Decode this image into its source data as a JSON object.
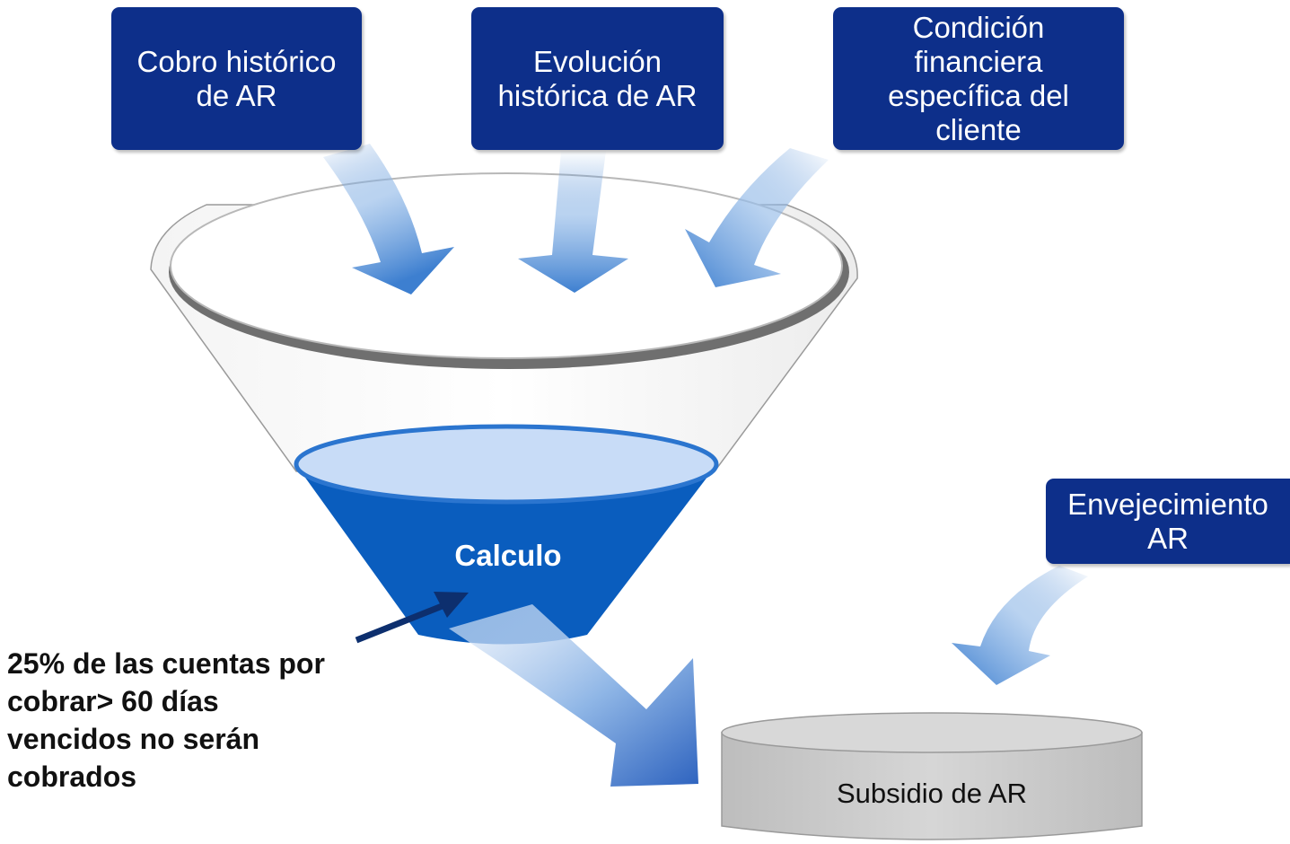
{
  "inputs": [
    {
      "label": "Cobro histórico\nde AR"
    },
    {
      "label": "Evolución\nhistórica de AR"
    },
    {
      "label": "Condición\nfinanciera\nespecífica del\ncliente"
    }
  ],
  "aging_input": {
    "label": "Envejecimiento\nAR"
  },
  "funnel": {
    "label": "Calculo"
  },
  "note": {
    "lines": [
      "25% de las cuentas por",
      "cobrar> 60 días",
      "vencidos no serán",
      "cobrados"
    ]
  },
  "result": {
    "label": "Subsidio de AR"
  },
  "colors": {
    "box": "#0d2f8a",
    "funnel_blue": "#0a5dbe",
    "arrow_blue": "#3d7fd0",
    "cylinder": "#c9c9c9"
  }
}
